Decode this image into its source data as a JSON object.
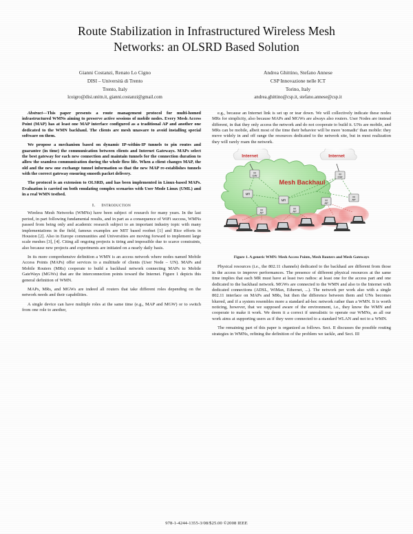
{
  "paper": {
    "title_line1": "Route Stabilization in Infrastructured Wireless Mesh",
    "title_line2": "Networks: an OLSRD Based Solution",
    "authors": [
      {
        "names": "Gianni Costanzi, Renato Lo Cigno",
        "affiliation": "DISI – Università di Trento",
        "location": "Trento, Italy",
        "emails": "lcoigro@disi.unitn.it, gianni.costanzi@gmail.com"
      },
      {
        "names": "Andrea Ghittino, Stefano Annese",
        "affiliation": "CSP Innovazione nelle ICT",
        "location": "Torino, Italy",
        "emails": "andrea.ghittino@csp.it, stefano.annese@csp.it"
      }
    ],
    "abstract": {
      "lead_label": "Abstract",
      "paragraph1": "—This paper presents a route management protocol for multi-homed infrastructured WMNs aiming to preserve active sessions of mobile nodes. Every Mesh Access Point (MAP) has at least one MAP interface configured as a traditional AP and another one dedicated to the WMN backhaul. The clients are mesh unaware to avoid installing special software on them.",
      "paragraph2": "We propose a mechanism based on dynamic IP-within-IP tunnels to pin routes and guarantee (in time) the communication between clients and Internet Gateways. MAPs select the best gateway for each new connection and maintain tunnels for the connection duration to allow the seamless communication during the whole flow life. When a client changes MAP, the old and the new one exchange tunnel information so that the new MAP re-establishes tunnels with the correct gateway ensuring smooth packet delivery.",
      "paragraph3": "The protocol is an extension to OLSRD, and has been implemented in Linux-based MAPs. Evaluation is carried on both emulating complex scenarios with User Mode Linux (UML) and in a real WMN testbed."
    },
    "section1": {
      "number": "I.",
      "title": "Introduction"
    },
    "intro_paragraphs": [
      "Wireless Mesh Networks (WMNs) have been subject of research for many years. In the last period, in part following fundamental results, and in part as a consequence of WiFi success, WMNs passed from being only and academic research subject to an important industry topic with many implementations in the field, famous examples are MIT based roofnet [1] and Rice efforts in Houston [2]. Also in Europe communities and Universities are moving forward to implement large scale meshes [3], [4]. Citing all ongoing projects is tiring and impossible due to scarce constraints, also because new projects and experiments are initiated on a nearly daily basis.",
      "In its more comprehensive definition a WMN is an access network where nodes named Mobile Access Points (MAPs) offer services to a multitude of clients (User Node – UN). MAPs and Mobile Routers (MRs) cooperate to build a backhaul network connecting MAPs to Mobile GateWays (MGWs) that are the interconnection points toward the Internet. Figure 1 depicts this general definition of WMN.",
      "MAPs, MRs, and MGWs are indeed all routers that take different roles depending on the network needs and their capabilities.",
      "A single device can have multiple roles at the same time (e.g., MAP and MGW) or to switch from one role to another,"
    ],
    "right_paragraphs": [
      "e.g., because an Internet link is set up or tear down. We will collectively indicate these nodes MRs for simplicity, also because MAPs and MGWs are always also routers. User Nodes are instead different, in that they only access the network and do not cooperate to build it. UNs are mobile, and MRs can be mobile, albeit most of the time their behavior will be more 'nomadic' than mobile: they move widely in and off range the resources dedicated to the network site, but in most realization they will rarely roam the network.",
      "Physical resources (i.e., the 802.11 channels) dedicated to the backhaul are different from those in the access to improve performances. The presence of different physical resources at the same time implies that each MR must have at least two radios: at least one for the access part and one dedicated to the backhaul network. MGWs are connected to the WMN and also to the Internet with dedicated connections (ADSL, WiMax, Ethernet, ...). The network per work also with a single 802.11 interface on MAPs and MRs, but then the difference between them and UNs becomes blurred, and if a system resembles more a standard ad-hoc network rather than a WMN. It is worth noticing, however, that we supposed aware of the environment, i.e., they know the WMN and cooperate to make it work. We deem it a correct if unrealistic to operate our WMNs, as all our work aims at supporting users as if they were connected to a standard WLAN and not to a WMN.",
      "The remaining part of this paper is organized as follows. Sect. II discusses the possible routing strategies in WMNs, refining the definition of the problem we tackle, and Sect. III"
    ],
    "figure": {
      "label": "Figure 1.",
      "caption": "A generic WMN: Mesh Access Points, Mesh Routers and Mesh Gateways",
      "backhaul_label": "Mesh Backhaul",
      "internet_label_left": "Internet",
      "internet_label_right": "Internet",
      "node_labels": [
        "MGW",
        "MR",
        "MAP",
        "MR",
        "MAP",
        "MAP",
        "MGW"
      ],
      "colors": {
        "backhaul_cloud": "#a9e0a2",
        "backhaul_cloud_edge": "#5aa555",
        "access_coverage": "#f2a0a0",
        "label_red": "#c62828",
        "internet_cloud": "#ffffff",
        "link_green": "#4e9e4a"
      }
    },
    "footer": {
      "copyright": "978-1-4244-1355-3/08/$25.00 ©2008 IEEE"
    }
  }
}
